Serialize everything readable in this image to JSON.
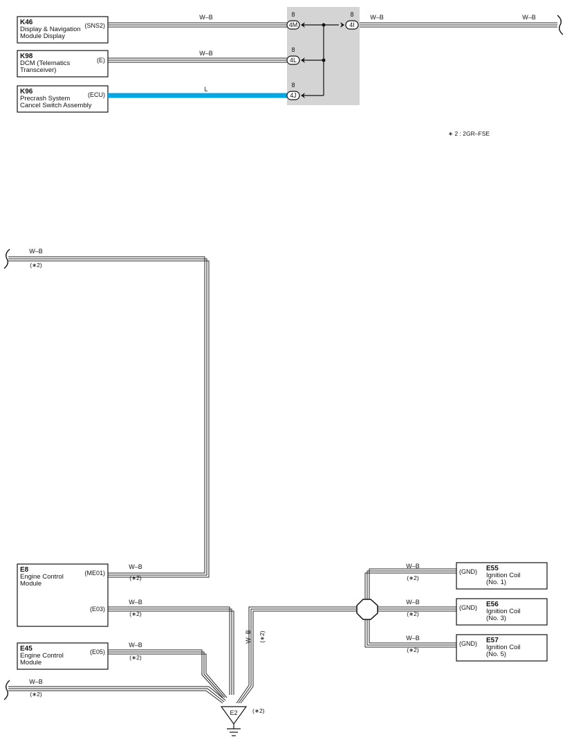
{
  "note": "∗ 2 : 2GR–FSE",
  "top_components": [
    {
      "code": "K46",
      "name": [
        "Display & Navigation",
        "Module Display"
      ],
      "pin": "(SNS2)"
    },
    {
      "code": "K98",
      "name": [
        "DCM (Telematics",
        "Transceiver)"
      ],
      "pin": "(E)"
    },
    {
      "code": "K96",
      "name": [
        "Precrash System",
        "Cancel Switch Assembly"
      ],
      "pin": "(ECU)"
    }
  ],
  "top_wires": {
    "k46": "W–B",
    "k98": "W–B",
    "k96": "L",
    "out1": "W–B",
    "out2": "W–B"
  },
  "junction": {
    "pin_numbers": [
      "8",
      "8",
      "8",
      "8"
    ],
    "labels": [
      "4M",
      "4L",
      "4J",
      "4I"
    ],
    "bg_color": "#d4d4d4"
  },
  "bottom_left_components": [
    {
      "code": "E8",
      "name": [
        "Engine Control",
        "Module"
      ],
      "pins": [
        "(ME01)",
        "(E03)"
      ]
    },
    {
      "code": "E45",
      "name": [
        "Engine Control",
        "Module"
      ],
      "pin": "(E05)"
    }
  ],
  "bottom_right_components": [
    {
      "code": "E55",
      "name": [
        "Ignition Coil",
        "(No. 1)"
      ],
      "pin": "(GND)"
    },
    {
      "code": "E56",
      "name": [
        "Ignition Coil",
        "(No. 3)"
      ],
      "pin": "(GND)"
    },
    {
      "code": "E57",
      "name": [
        "Ignition Coil",
        "(No. 5)"
      ],
      "pin": "(GND)"
    }
  ],
  "bottom_wires": {
    "top_left": "W–B",
    "top_left_note": "(∗2)",
    "me01": "W–B",
    "me01_note": "(∗2)",
    "e03": "W–B",
    "e03_note": "(∗2)",
    "e05": "W–B",
    "e05_note": "(∗2)",
    "bottom_left": "W–B",
    "bottom_left_note": "(∗2)",
    "vertical": "W–B",
    "vertical_note": "(∗2)",
    "e55": "W–B",
    "e55_note": "(∗2)",
    "e56": "W–B",
    "e56_note": "(∗2)",
    "e57": "W–B",
    "e57_note": "(∗2)"
  },
  "ground": {
    "label": "E2",
    "note": "(∗2)"
  },
  "colors": {
    "wire_l": "#00a7e1",
    "wire_wb": "#222222",
    "junction_bg": "#d4d4d4"
  }
}
